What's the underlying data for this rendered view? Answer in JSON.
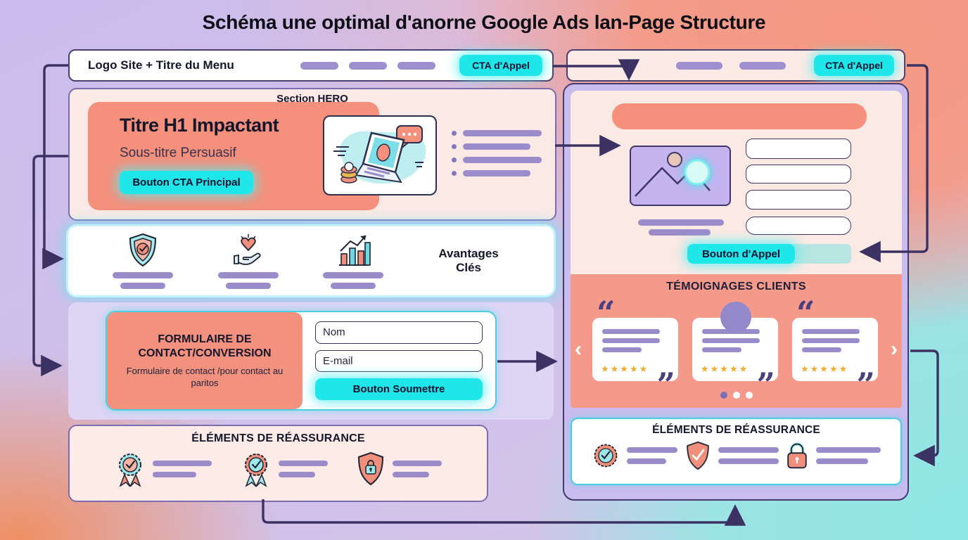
{
  "page_title": "Schéma une optimal d'anorne Google Ads lan-Page Structure",
  "icons": {
    "quote_open": "“",
    "quote_close": "”",
    "stars": "★★★★★",
    "carousel_prev": "‹",
    "carousel_next": "›"
  },
  "left": {
    "header": {
      "brand": "Logo Site + Titre du Menu",
      "cta_label": "CTA d'Appel"
    },
    "hero": {
      "section_label": "Section HERO",
      "title": "Titre H1 Impactant",
      "subtitle": "Sous-titre Persuasif",
      "cta_label": "Bouton CTA Principal"
    },
    "benefits": {
      "label": "Avantages Clés"
    },
    "form": {
      "title": "FORMULAIRE DE CONTACT/CONVERSION",
      "subtitle": "Formulaire de contact /pour contact au paritos",
      "field1_placeholder": "Nom",
      "field2_placeholder": "E-mail",
      "submit_label": "Bouton Soumettre"
    },
    "reassurance": {
      "title": "ÉLÉMENTS DE RÉASSURANCE"
    }
  },
  "right": {
    "header": {
      "cta_label": "CTA d'Appel"
    },
    "main": {
      "cta_label": "Bouton d'Appel"
    },
    "testimonials": {
      "title": "TÉMOIGNAGES CLIENTS"
    },
    "reassurance": {
      "title": "ÉLÉMENTS DE RÉASSURANCE"
    }
  },
  "colors": {
    "accent_cyan": "#1fe7e9",
    "coral": "#f4907c",
    "purple_bar": "#9a8bcb",
    "arrow": "#3b3263",
    "star_gold": "#f0ad2f"
  }
}
